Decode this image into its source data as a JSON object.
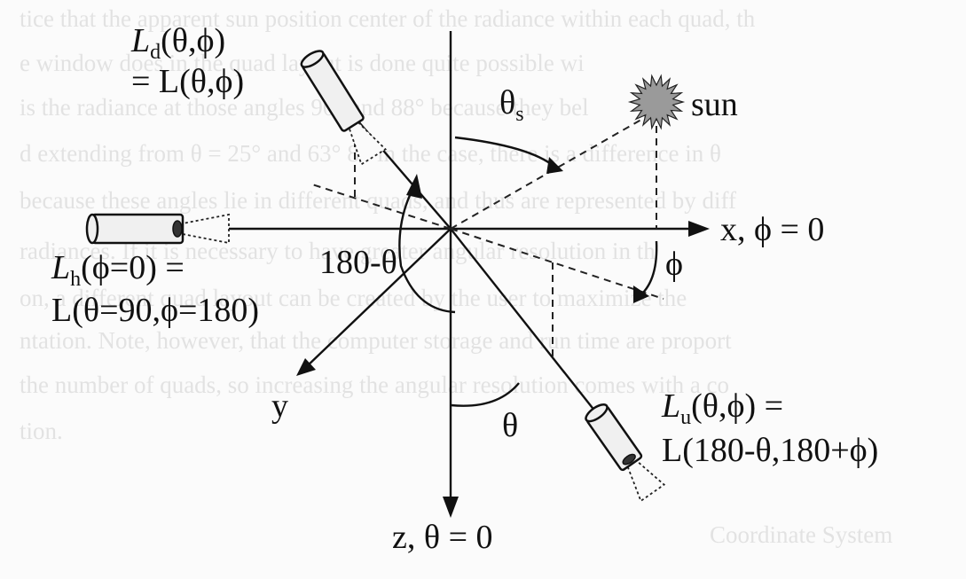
{
  "background_text": [
    "tice that the apparent sun position center of the radiance within each quad, th",
    "e window does in the quad layout is done quite possible wi",
    "is the radiance at those angles 90° and 88° because they bel",
    "d extending from θ = 25° and 63° 85 in the case, there is a difference in θ",
    "because these angles lie in different quads, and thus are represented by diff",
    "radiances. If it is necessary to have greater angular resolution in th",
    "on, a different quad layout can be created by the user to maximize the",
    "ntation. Note, however, that the computer storage and run time are proport",
    "the number of quads, so increasing the angular resolution comes with a co",
    "tion.",
    "Coordinate System"
  ],
  "labels": {
    "Ld_main": "L",
    "Ld_sub": "d",
    "Ld_args": "(θ,ϕ)",
    "Ld_eq": "= L(θ,ϕ)",
    "theta_s": "θ",
    "theta_s_sub": "s",
    "sun": "sun",
    "x_axis": "x, ϕ = 0",
    "phi": "ϕ",
    "angle_180": "180-θ",
    "Lh_main": "L",
    "Lh_sub": "h",
    "Lh_args": "(ϕ=0) =",
    "Lh_eq": "L(θ=90,ϕ=180)",
    "y_axis": "y",
    "theta": "θ",
    "Lu_main": "L",
    "Lu_sub": "u",
    "Lu_args": "(θ,ϕ) =",
    "Lu_eq": "L(180-θ,180+ϕ)",
    "z_axis": "z, θ = 0"
  },
  "colors": {
    "ink": "#111111",
    "paper": "#fbfbfb",
    "bleed_text": "#cfcfcf",
    "sun_fill": "#9a9a9a"
  },
  "icons": [
    "sun-icon",
    "downward-telescope-icon",
    "horizontal-telescope-icon",
    "upward-telescope-icon"
  ]
}
